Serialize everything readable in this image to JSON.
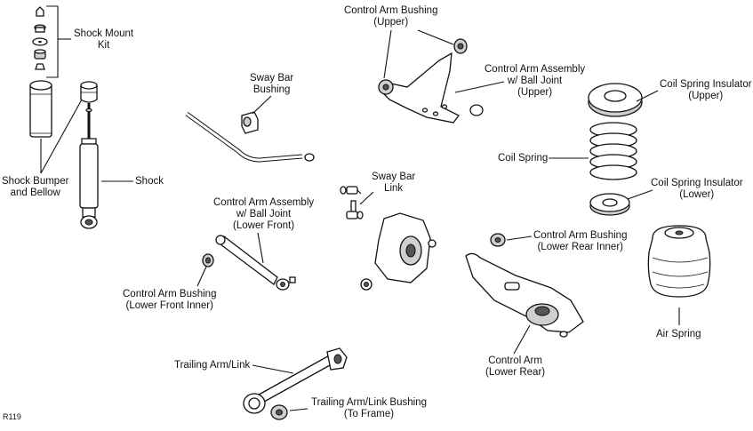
{
  "diagram_code": "R119",
  "labels": {
    "shock_mount_kit": [
      "Shock Mount",
      "Kit"
    ],
    "shock_bumper": [
      "Shock Bumper",
      "and Bellow"
    ],
    "shock": [
      "Shock"
    ],
    "sway_bar_bushing": [
      "Sway Bar",
      "Bushing"
    ],
    "sway_bar_link": [
      "Sway Bar",
      "Link"
    ],
    "ca_bushing_upper": [
      "Control Arm Bushing",
      "(Upper)"
    ],
    "ca_assembly_upper": [
      "Control Arm Assembly",
      "w/ Ball Joint",
      "(Upper)"
    ],
    "ca_assembly_lower_front": [
      "Control Arm Assembly",
      "w/ Ball Joint",
      "(Lower Front)"
    ],
    "ca_bushing_lower_front_inner": [
      "Control Arm Bushing",
      "(Lower Front Inner)"
    ],
    "ca_bushing_lower_rear_inner": [
      "Control Arm Bushing",
      "(Lower Rear Inner)"
    ],
    "ca_lower_rear": [
      "Control Arm",
      "(Lower Rear)"
    ],
    "coil_insulator_upper": [
      "Coil Spring Insulator",
      "(Upper)"
    ],
    "coil_spring": [
      "Coil Spring"
    ],
    "coil_insulator_lower": [
      "Coil Spring Insulator",
      "(Lower)"
    ],
    "air_spring": [
      "Air Spring"
    ],
    "trailing_arm": [
      "Trailing Arm/Link"
    ],
    "trailing_arm_bushing": [
      "Trailing Arm/Link Bushing",
      "(To Frame)"
    ]
  }
}
